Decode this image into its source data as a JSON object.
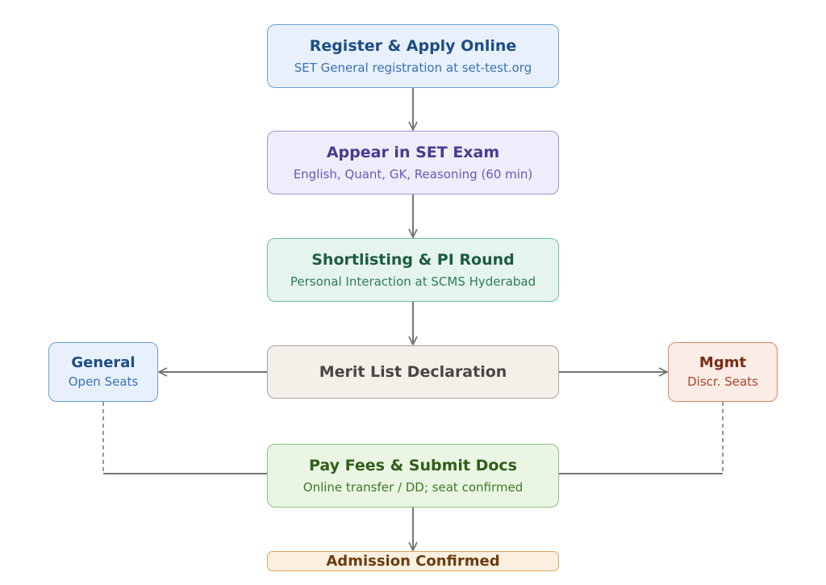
{
  "nodes": {
    "register": {
      "title": "Register & Apply Online",
      "subtitle": "SET General registration at set-test.org"
    },
    "exam": {
      "title": "Appear in SET Exam",
      "subtitle": "English, Quant, GK, Reasoning (60 min)"
    },
    "pi": {
      "title": "Shortlisting & PI Round",
      "subtitle": "Personal Interaction at SCMS Hyderabad"
    },
    "merit": {
      "title": "Merit List Declaration"
    },
    "general": {
      "title": "General",
      "subtitle": "Open Seats"
    },
    "mgmt": {
      "title": "Mgmt",
      "subtitle": "Discr. Seats"
    },
    "pay": {
      "title": "Pay Fees & Submit Docs",
      "subtitle": "Online transfer / DD; seat confirmed"
    },
    "admit": {
      "title": "Admission Confirmed"
    }
  },
  "colors": {
    "connector": "#757575",
    "blue": "#6c9fd6",
    "purple": "#9b94d8",
    "green": "#6ebf96",
    "neutral": "#a8a098",
    "lime": "#8cc46e",
    "orange": "#d9a55c",
    "red": "#d9866a"
  }
}
